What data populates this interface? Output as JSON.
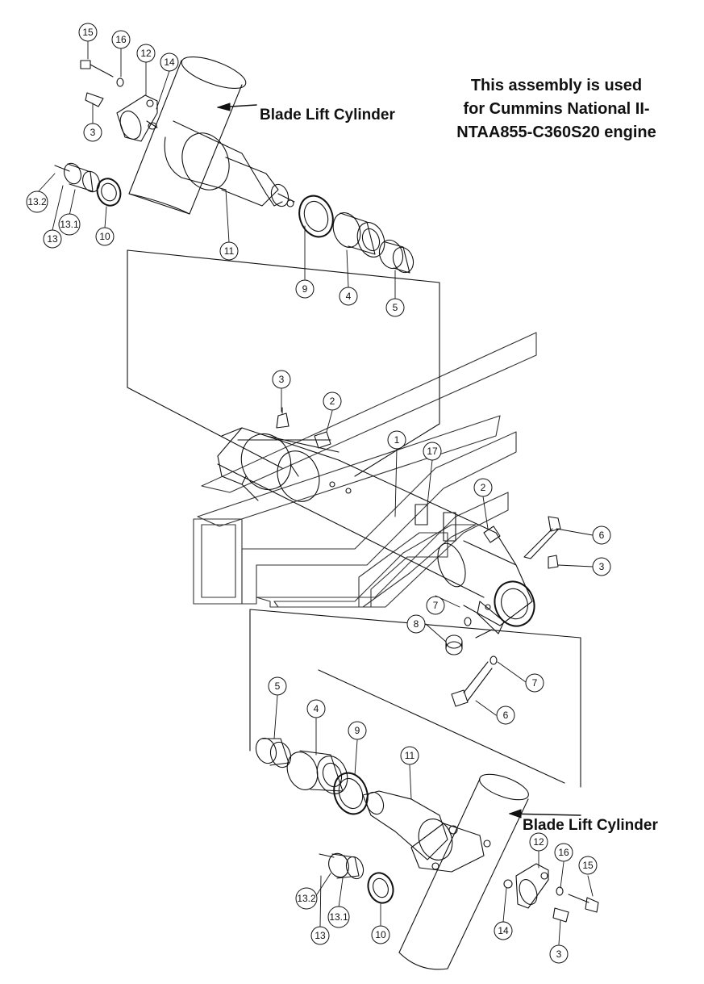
{
  "note": {
    "line1": "This assembly is used",
    "line2": "for Cummins National II-",
    "line3": "NTAA855-C360S20 engine"
  },
  "labels": {
    "cylinder_top": "Blade Lift Cylinder",
    "cylinder_bottom": "Blade Lift Cylinder"
  },
  "callouts": {
    "c15a": "15",
    "c16a": "16",
    "c12a": "12",
    "c14a": "14",
    "c3a": "3",
    "c132a": "13.2",
    "c131a": "13.1",
    "c13a": "13",
    "c10a": "10",
    "c11a": "11",
    "c9a": "9",
    "c4a": "4",
    "c5a": "5",
    "c3b": "3",
    "c2b": "2",
    "c1": "1",
    "c17": "17",
    "c2c": "2",
    "c6a": "6",
    "c3c": "3",
    "c7a": "7",
    "c8": "8",
    "c7b": "7",
    "c6b": "6",
    "c5b": "5",
    "c4b": "4",
    "c9b": "9",
    "c11b": "11",
    "c12b": "12",
    "c16b": "16",
    "c15b": "15",
    "c132b": "13.2",
    "c131b": "13.1",
    "c13b": "13",
    "c10b": "10",
    "c14b": "14",
    "c3d": "3"
  }
}
